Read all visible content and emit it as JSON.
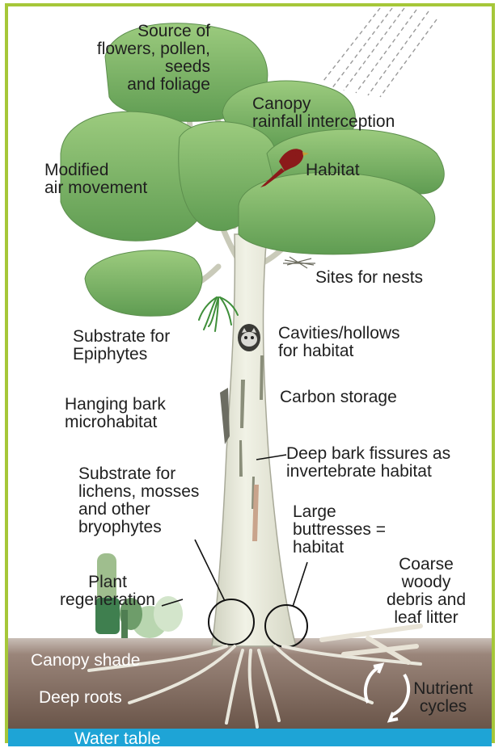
{
  "labels": {
    "pollen": "Source of\nflowers, pollen,\nseeds\nand foliage",
    "canopy": "Canopy\nrainfall interception",
    "air": "Modified\nair movement",
    "habitat": "Habitat",
    "nests": "Sites for nests",
    "epiphytes": "Substrate for\nEpiphytes",
    "cavities": "Cavities/hollows\nfor habitat",
    "carbon": "Carbon storage",
    "hanging_bark": "Hanging bark\nmicrohabitat",
    "fissures": "Deep bark fissures as\ninvertebrate habitat",
    "lichens": "Substrate for\nlichens, mosses\nand other\nbryophytes",
    "buttresses": "Large\nbuttresses =\nhabitat",
    "regeneration": "Plant\nregeneration",
    "debris": "Coarse\nwoody\ndebris and\nleaf litter",
    "shade": "Canopy shade",
    "roots": "Deep roots",
    "nutrient": "Nutrient\ncycles",
    "water": "Water table"
  },
  "colors": {
    "border": "#a6c739",
    "foliage": "#7fae62",
    "foliage_dark": "#4e8f45",
    "trunk": "#e6e7d8",
    "soil": "#7a6458",
    "water": "#1ea4d6",
    "bird": "#8b1a1a"
  }
}
